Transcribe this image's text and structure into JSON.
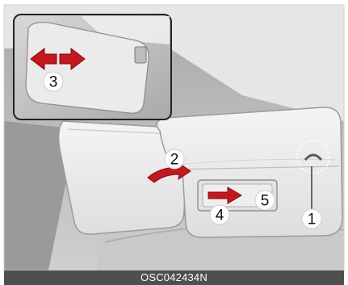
{
  "callouts": {
    "c1": "1",
    "c2": "2",
    "c3": "3",
    "c4": "4",
    "c5": "5"
  },
  "caption": "OSC042434N",
  "colors": {
    "arrow_red": "#c8161d",
    "background_gray": "#b9b9b9",
    "visor_light": "#ececec",
    "caption_bar": "#4f4f4f"
  }
}
